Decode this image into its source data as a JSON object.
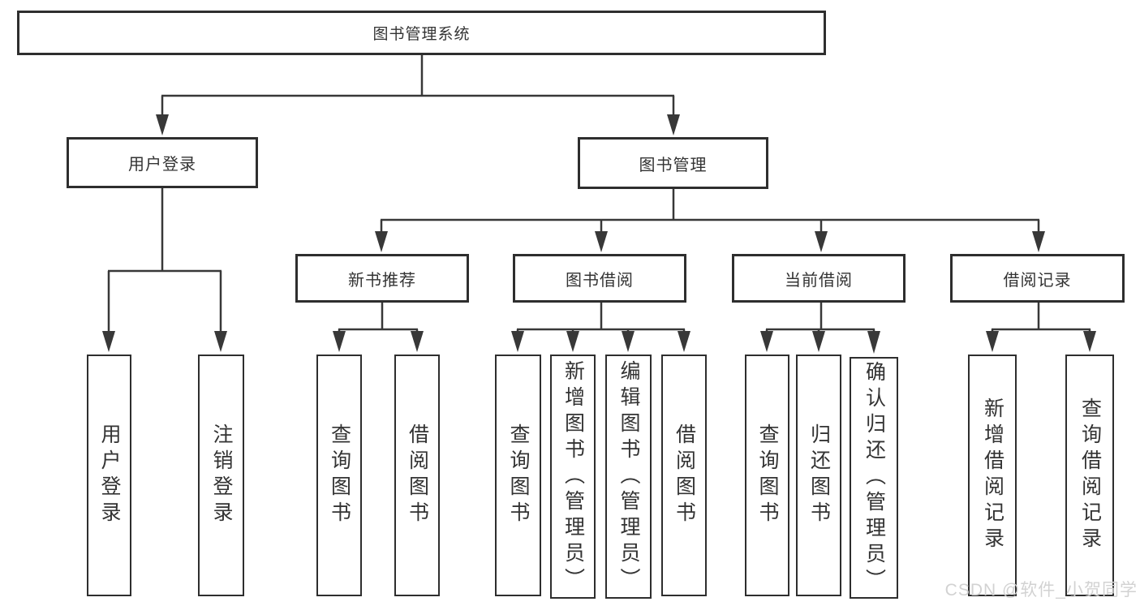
{
  "colors": {
    "line": "#383838",
    "box_border": "#2e2e2e",
    "text": "#333333",
    "watermark": "#d2d2d2",
    "background": "#ffffff"
  },
  "tree": {
    "root": {
      "label": "图书管理系统",
      "children": [
        {
          "label": "用户登录",
          "children": [
            {
              "label": "用户登录"
            },
            {
              "label": "注销登录"
            }
          ]
        },
        {
          "label": "图书管理",
          "children": [
            {
              "label": "新书推荐",
              "children": [
                {
                  "label": "查询图书"
                },
                {
                  "label": "借阅图书"
                }
              ]
            },
            {
              "label": "图书借阅",
              "children": [
                {
                  "label": "查询图书"
                },
                {
                  "label": "新增图书（管理员）"
                },
                {
                  "label": "编辑图书（管理员）"
                },
                {
                  "label": "借阅图书"
                }
              ]
            },
            {
              "label": "当前借阅",
              "children": [
                {
                  "label": "查询图书"
                },
                {
                  "label": "归还图书"
                },
                {
                  "label": "确认归还（管理员）"
                }
              ]
            },
            {
              "label": "借阅记录",
              "children": [
                {
                  "label": "新增借阅记录"
                },
                {
                  "label": "查询借阅记录"
                }
              ]
            }
          ]
        }
      ]
    }
  },
  "watermark": {
    "text": "CSDN @软件_小贺同学"
  }
}
